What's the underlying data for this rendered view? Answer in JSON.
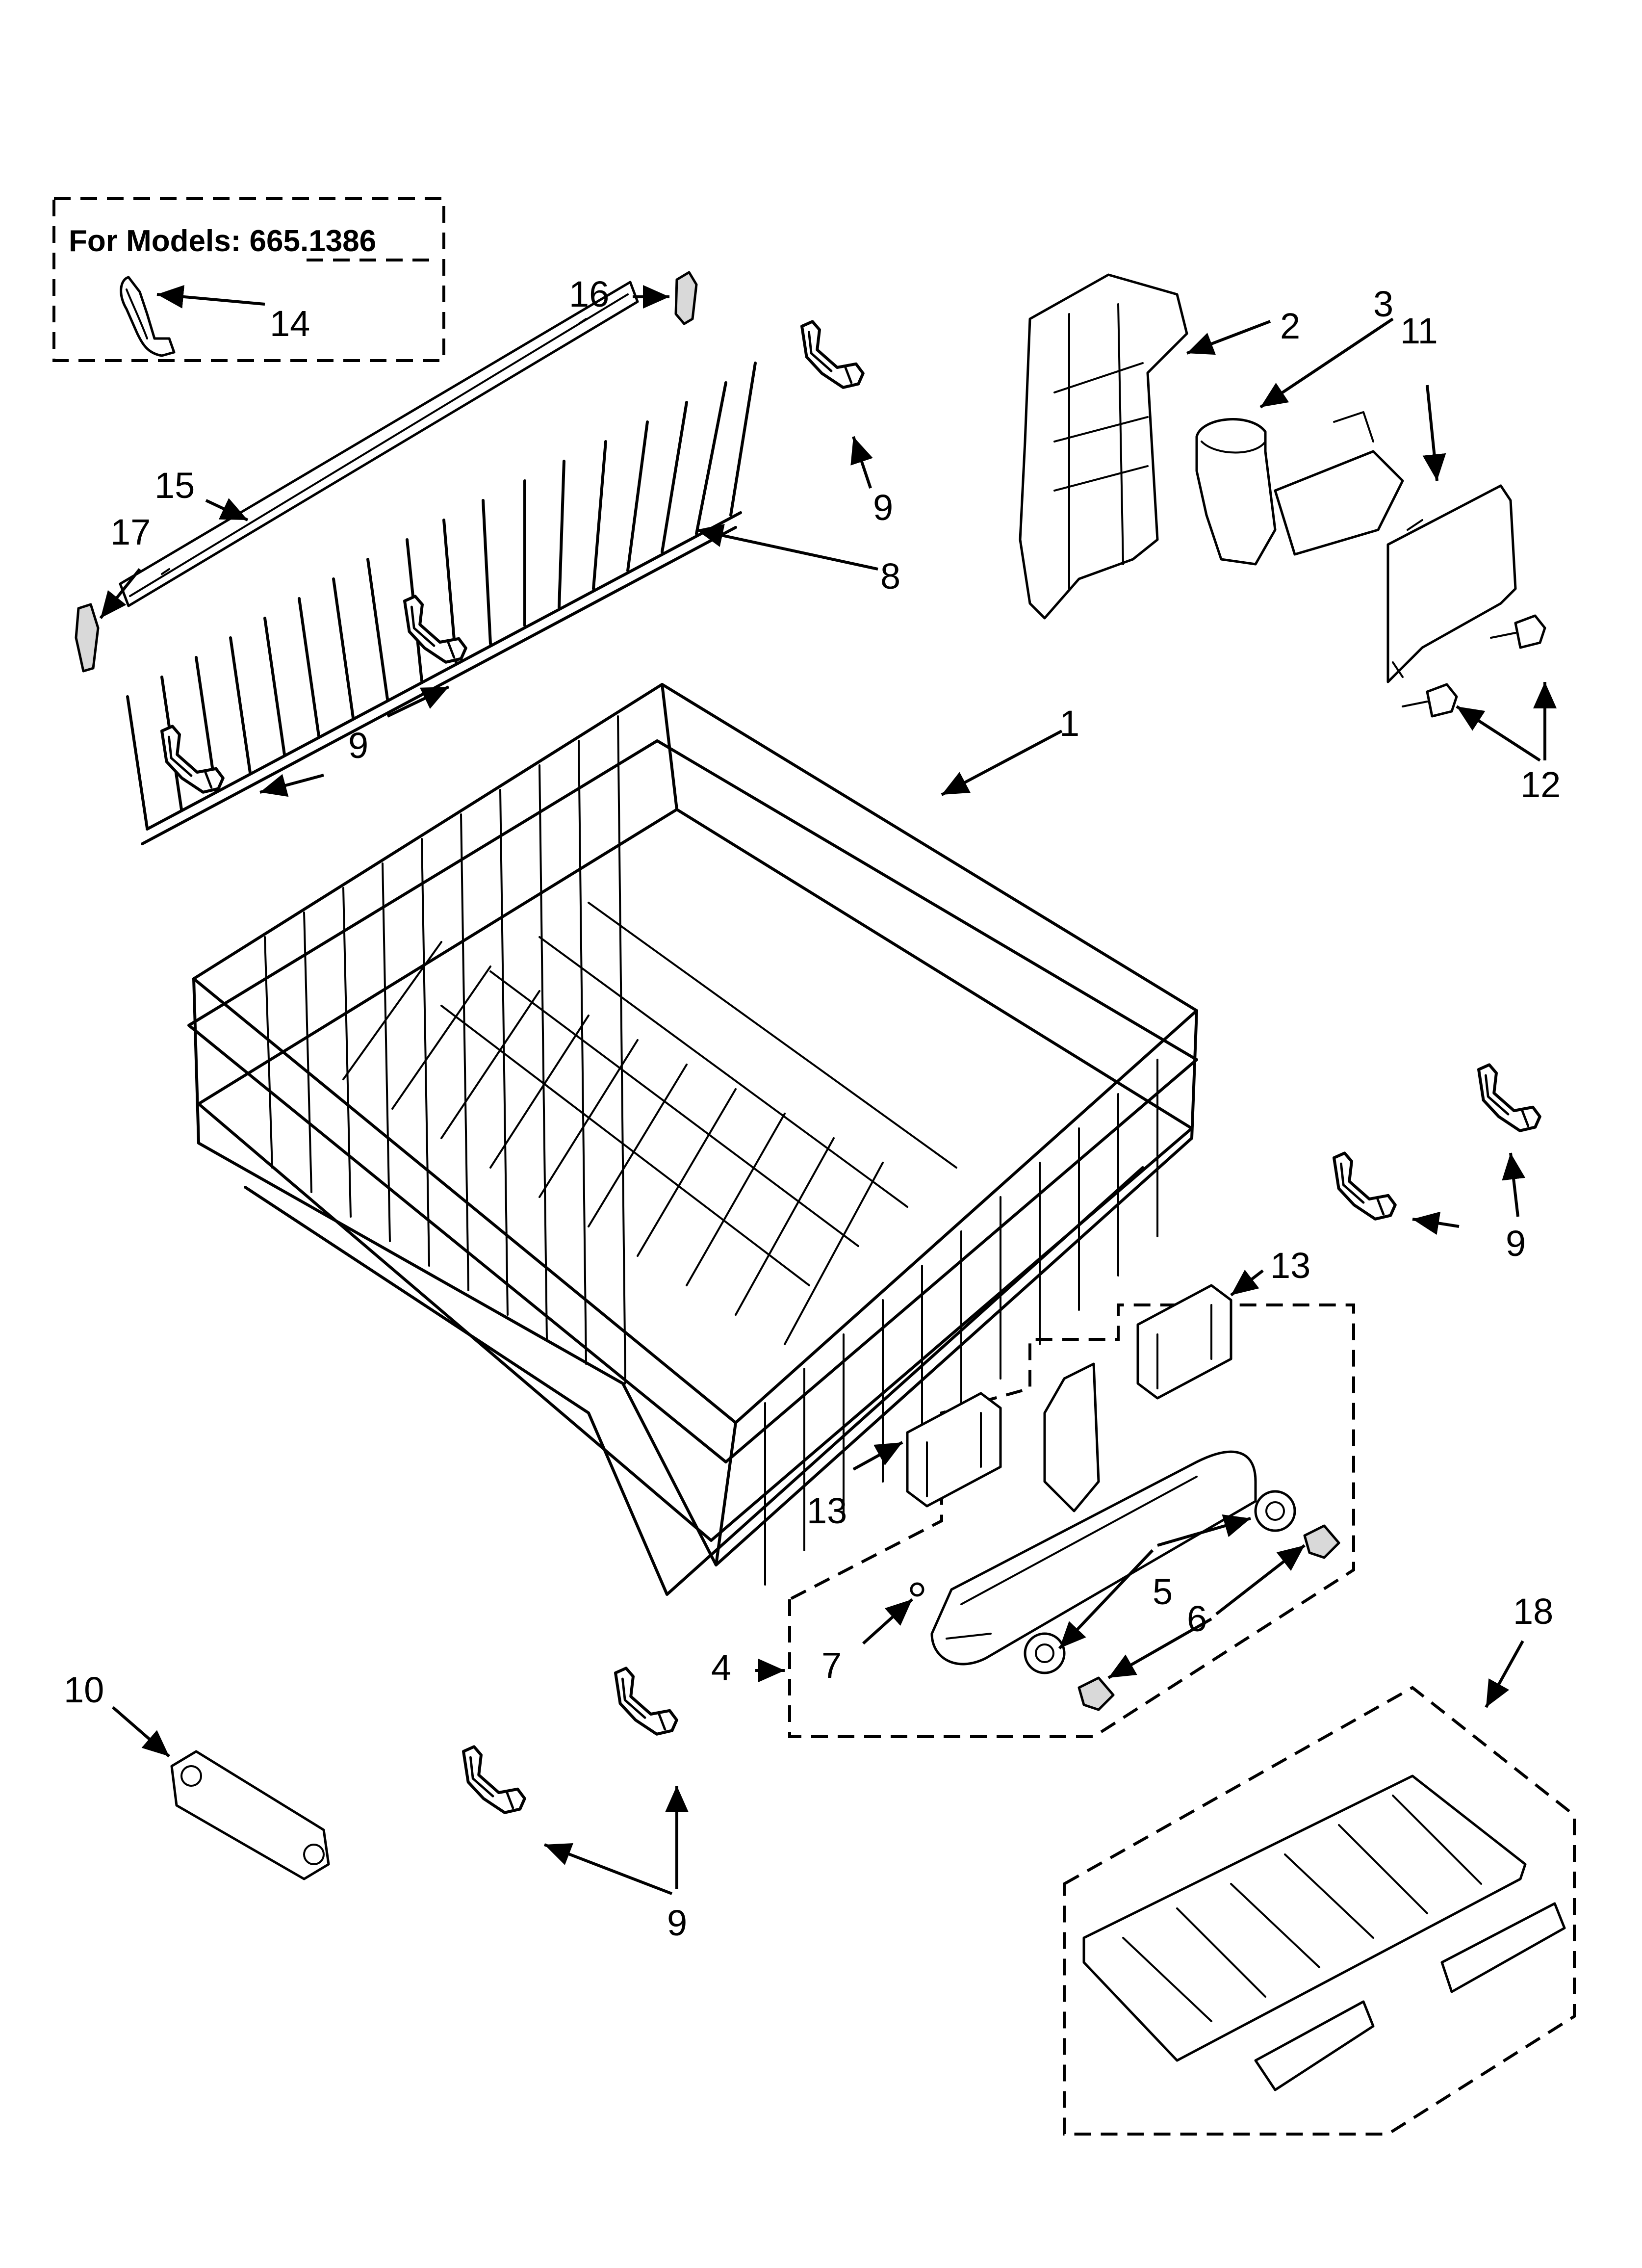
{
  "inset": {
    "title": "For Models: 665.1386"
  },
  "labels": {
    "l1": "1",
    "l2": "2",
    "l3": "3",
    "l4": "4",
    "l5": "5",
    "l6": "6",
    "l7": "7",
    "l8": "8",
    "l9": "9",
    "l10": "10",
    "l11": "11",
    "l12": "12",
    "l13": "13",
    "l14": "14",
    "l15": "15",
    "l16": "16",
    "l17": "17",
    "l18": "18"
  }
}
